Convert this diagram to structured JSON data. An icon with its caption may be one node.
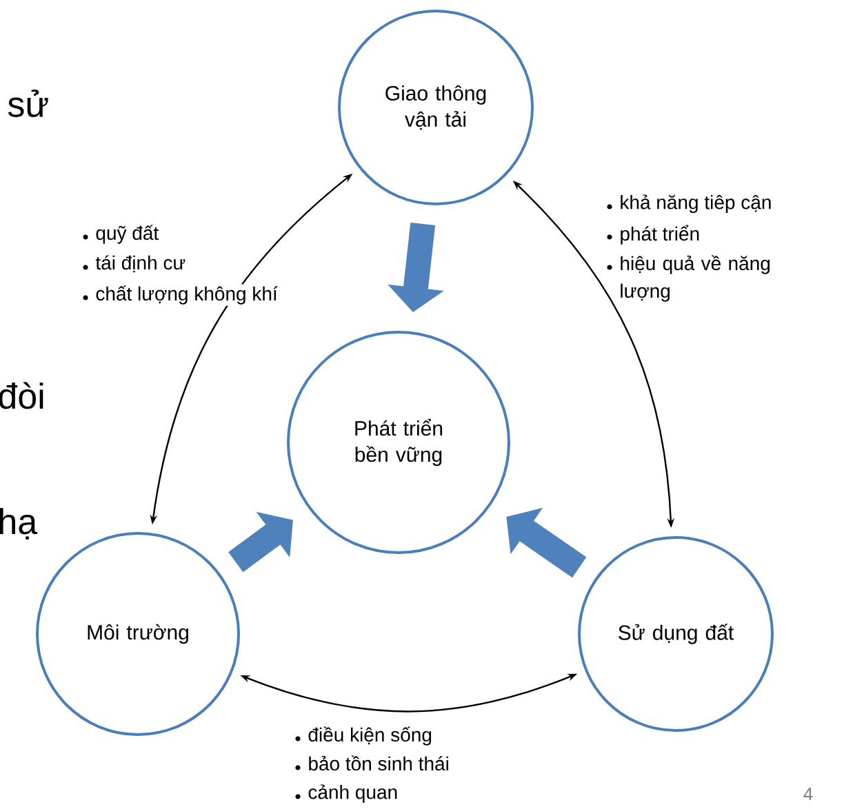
{
  "diagram": {
    "nodes": [
      {
        "text": [
          "Giao thông vận tải"
        ]
      },
      {
        "text": [
          "Phát triển bền vững"
        ]
      },
      {
        "text": [
          "Môi trường"
        ]
      },
      {
        "text": [
          "Sử dụng đất"
        ]
      }
    ],
    "edges": [
      {
        "from": 0,
        "to": 2,
        "arrow": "both"
      },
      {
        "from": 0,
        "to": 3,
        "arrow": "both"
      },
      {
        "from": 2,
        "to": 3,
        "arrow": "both"
      },
      {
        "from": 0,
        "to": 1,
        "arrow": "to",
        "style": "thick",
        "color": "#4f81bd"
      },
      {
        "from": 2,
        "to": 1,
        "arrow": "to",
        "style": "thick",
        "color": "#4f81bd"
      },
      {
        "from": 3,
        "to": 1,
        "arrow": "to",
        "style": "thick",
        "color": "#4f81bd"
      }
    ],
    "labels": [
      "sử",
      "quỹ đất",
      "tái định cư",
      "chất lượng không khí",
      "khả năng tiêp cận",
      "phát triển",
      "hiệu quả về năng lượng",
      "đòi",
      "hạ",
      "điều kiện sống",
      "bảo tồn sinh thái",
      "cảnh quan",
      "4"
    ]
  }
}
